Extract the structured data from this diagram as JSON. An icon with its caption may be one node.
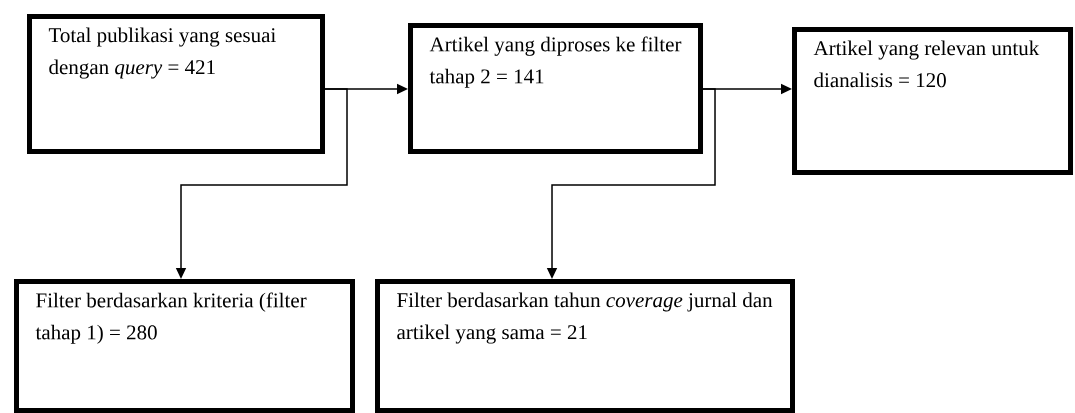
{
  "diagram": {
    "nodes": [
      {
        "text": [
          "Total publikasi yang sesuai dengan *query* = 421"
        ]
      },
      {
        "text": [
          "Artikel yang diproses ke filter tahap 2 = 141"
        ]
      },
      {
        "text": [
          "Artikel yang relevan untuk dianalisis = 120"
        ]
      },
      {
        "text": [
          "Filter berdasarkan kriteria (filter tahap 1) = 280"
        ]
      },
      {
        "text": [
          "Filter berdasarkan tahun *coverage* jurnal dan artikel yang sama = 21"
        ]
      }
    ],
    "edges": [
      {
        "from": 0,
        "to": 1,
        "arrow": "to"
      },
      {
        "from": 0,
        "to": 3,
        "arrow": "to"
      },
      {
        "from": 1,
        "to": 2,
        "arrow": "to"
      },
      {
        "from": 1,
        "to": 4,
        "arrow": "to"
      }
    ]
  }
}
